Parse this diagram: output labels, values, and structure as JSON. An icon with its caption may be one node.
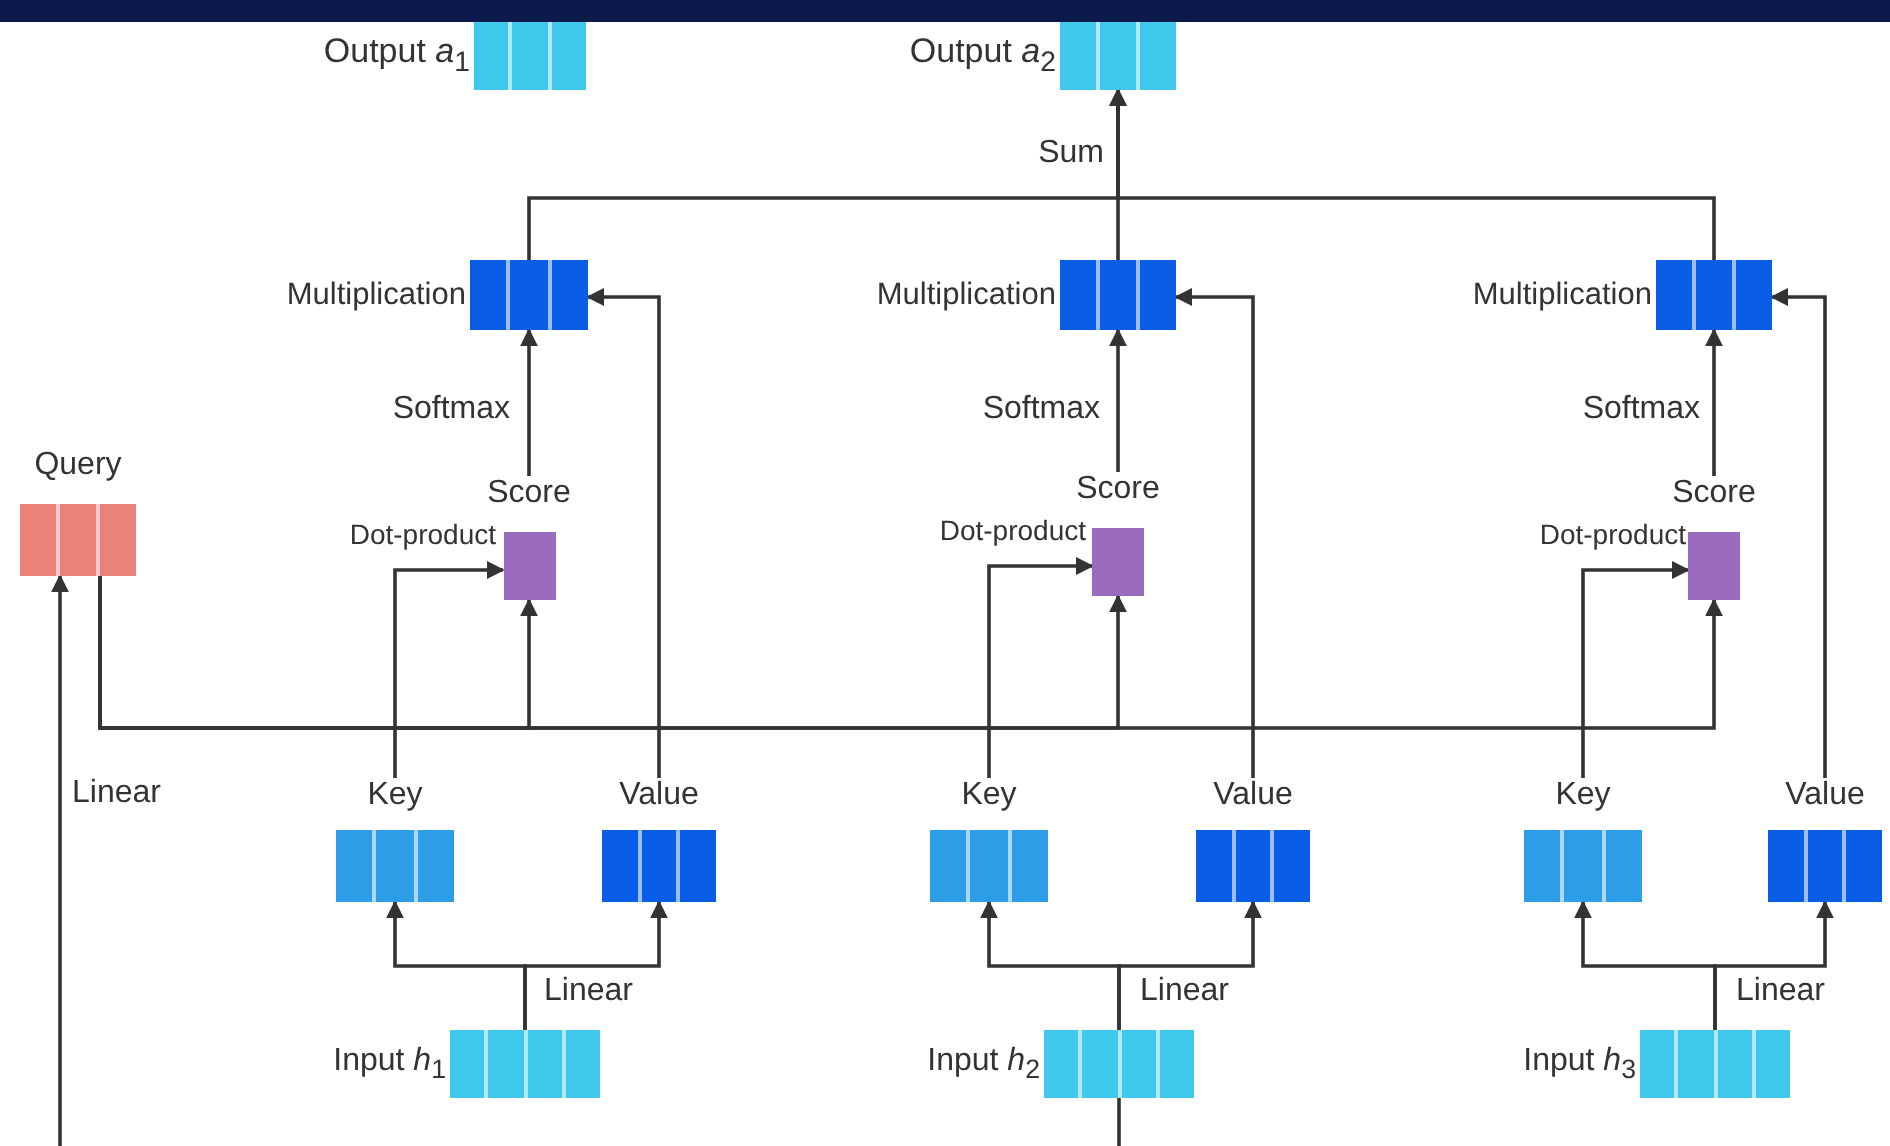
{
  "diagram": {
    "nodes": [
      {
        "text": [
          "Output *a*$_{1}$"
        ]
      },
      {
        "text": [
          "Output *a*$_{2}$"
        ]
      },
      {
        "text": [
          "Multiplication"
        ]
      },
      {
        "text": [
          "Multiplication"
        ]
      },
      {
        "text": [
          "Multiplication"
        ]
      },
      {
        "text": [
          "Query"
        ]
      },
      {
        "text": [
          "Score"
        ]
      },
      {
        "text": [
          "Score"
        ]
      },
      {
        "text": [
          "Score"
        ]
      },
      {
        "text": [
          "Key"
        ]
      },
      {
        "text": [
          "Value"
        ]
      },
      {
        "text": [
          "Key"
        ]
      },
      {
        "text": [
          "Value"
        ]
      },
      {
        "text": [
          "Key"
        ]
      },
      {
        "text": [
          "Value"
        ]
      },
      {
        "text": [
          "Input *h*$_{1}$"
        ]
      },
      {
        "text": [
          "Input *h*$_{2}$"
        ]
      },
      {
        "text": [
          "Input *h*$_{3}$"
        ]
      }
    ],
    "edges": [
      {
        "from": null,
        "to": 5,
        "arrow": "to",
        "label": "Linear"
      },
      {
        "from": 5,
        "to": 6,
        "arrow": "to"
      },
      {
        "from": 5,
        "to": 7,
        "arrow": "to"
      },
      {
        "from": 5,
        "to": 8,
        "arrow": "to"
      },
      {
        "from": 9,
        "to": 6,
        "arrow": "to",
        "label": "Dot-product"
      },
      {
        "from": 11,
        "to": 7,
        "arrow": "to",
        "label": "Dot-product"
      },
      {
        "from": 13,
        "to": 8,
        "arrow": "to",
        "label": "Dot-product"
      },
      {
        "from": 10,
        "to": 2,
        "arrow": "to"
      },
      {
        "from": 12,
        "to": 3,
        "arrow": "to"
      },
      {
        "from": 14,
        "to": 4,
        "arrow": "to"
      },
      {
        "from": 6,
        "to": 2,
        "arrow": "to",
        "label": "Softmax"
      },
      {
        "from": 7,
        "to": 3,
        "arrow": "to",
        "label": "Softmax"
      },
      {
        "from": 8,
        "to": 4,
        "arrow": "to",
        "label": "Softmax"
      },
      {
        "from": 2,
        "to": 1,
        "arrow": "to"
      },
      {
        "from": 3,
        "to": 1,
        "arrow": "to",
        "label": "Sum"
      },
      {
        "from": 4,
        "to": 1,
        "arrow": "to"
      },
      {
        "from": 15,
        "to": 9,
        "arrow": "to",
        "label": "Linear"
      },
      {
        "from": 15,
        "to": 10,
        "arrow": "to"
      },
      {
        "from": 16,
        "to": 11,
        "arrow": "to",
        "label": "Linear"
      },
      {
        "from": 16,
        "to": 12,
        "arrow": "to"
      },
      {
        "from": 17,
        "to": 13,
        "arrow": "to",
        "label": "Linear"
      },
      {
        "from": 17,
        "to": 14,
        "arrow": "to"
      },
      {
        "from": 16,
        "to": null,
        "arrow": "none"
      }
    ]
  }
}
